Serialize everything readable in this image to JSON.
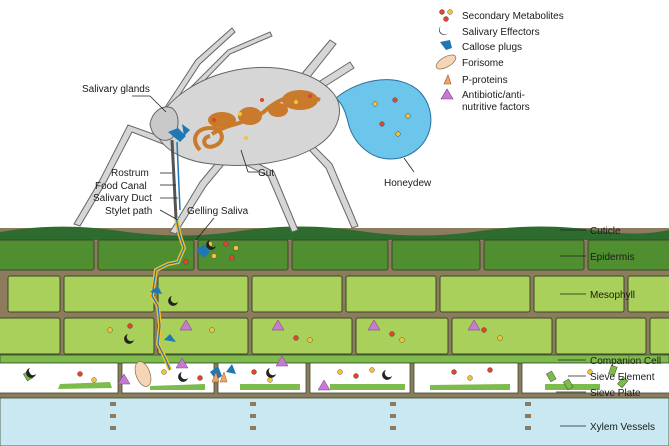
{
  "legend": {
    "items": [
      {
        "icon": "metabolite-dots-icon",
        "label": "Secondary Metabolites"
      },
      {
        "icon": "effector-crescent-icon",
        "label": "Salivary Effectors"
      },
      {
        "icon": "callose-plug-icon",
        "label": "Callose plugs"
      },
      {
        "icon": "forisome-icon",
        "label": "Forisome"
      },
      {
        "icon": "p-protein-icon",
        "label": "P-proteins"
      },
      {
        "icon": "antibiotic-triangle-icon",
        "label": "Antibiotic/anti-",
        "label2": "nutritive factors"
      }
    ]
  },
  "aphid": {
    "salivary_glands": "Salivary glands",
    "gut": "Gut",
    "honeydew": "Honeydew",
    "rostrum": "Rostrum",
    "food_canal": "Food Canal",
    "salivary_duct": "Salivary Duct",
    "stylet_path": "Stylet path",
    "gelling_saliva": "Gelling Saliva"
  },
  "tissues": {
    "cuticle": "Cuticle",
    "epidermis": "Epidermis",
    "mesophyll": "Mesophyll",
    "companion_cell": "Companion Cell",
    "sieve_element": "Sieve Element",
    "sieve_plate": "Sieve Plate",
    "xylem_vessels": "Xylem Vessels"
  },
  "colors": {
    "cell_fill": "#93c84a",
    "cell_dark": "#5f9a33",
    "wall": "#7a6a52",
    "sieve_tube": "#ffffff",
    "xylem": "#c9e8f1",
    "honeydew": "#6cc6ec",
    "aphid_body": "#d6d6d6",
    "gland": "#c97a2a",
    "stylet": "#f0c030",
    "stylet_blue": "#1f77b4"
  }
}
